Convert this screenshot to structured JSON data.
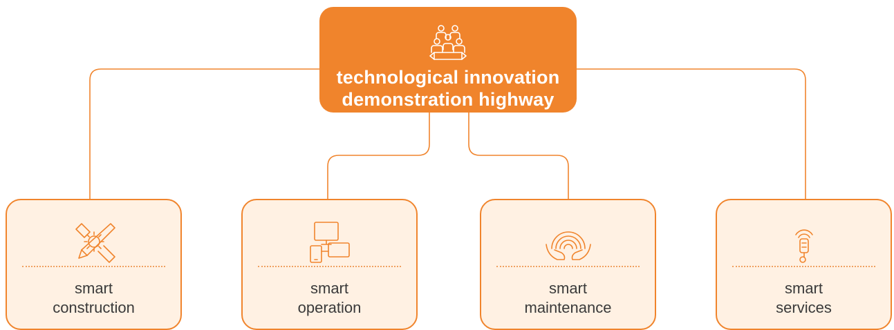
{
  "colors": {
    "accent": "#f0842c",
    "card_fill": "#fff1e3",
    "text": "#3a3a3a"
  },
  "root": {
    "title_line1": "technological innovation",
    "title_line2": "demonstration highway",
    "icon": "team-meeting-icon"
  },
  "children": [
    {
      "line1": "smart",
      "line2": "construction",
      "icon": "tools-gear-icon"
    },
    {
      "line1": "smart",
      "line2": "operation",
      "icon": "devices-icon"
    },
    {
      "line1": "smart",
      "line2": "maintenance",
      "icon": "hands-rainbow-icon"
    },
    {
      "line1": "smart",
      "line2": "services",
      "icon": "touch-signal-icon"
    }
  ]
}
